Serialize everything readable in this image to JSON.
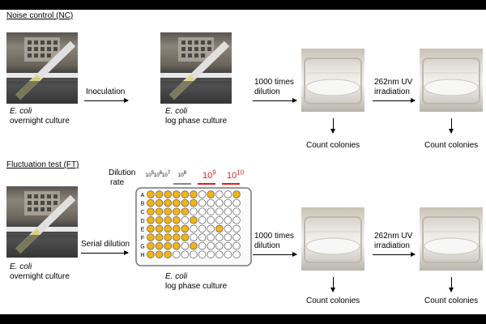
{
  "panels": {
    "nc_title": "Noise control (NC)",
    "ft_title": "Fluctuation test (FT)"
  },
  "labels": {
    "ecoli": "E. coli",
    "overnight_culture": "overnight culture",
    "log_phase_culture": "log phase culture",
    "inoculation": "Inoculation",
    "serial_dilution": "Serial dilution",
    "dilution_1000_a": "1000 times",
    "dilution_1000_b": "dilution",
    "uv_a": "262nm UV",
    "uv_b": "irradiation",
    "count_colonies": "Count colonies",
    "dilution_rate_a": "Dilution",
    "dilution_rate_b": "rate"
  },
  "plate": {
    "rows": [
      "A",
      "B",
      "C",
      "D",
      "E",
      "F",
      "G",
      "H"
    ],
    "rate_labels": [
      {
        "base": "10",
        "exp": "5",
        "color": "#000000"
      },
      {
        "base": "10",
        "exp": "6",
        "color": "#000000"
      },
      {
        "base": "10",
        "exp": "7",
        "color": "#000000"
      },
      {
        "base": "10",
        "exp": "8",
        "color": "#000000"
      },
      {
        "base": "10",
        "exp": "9",
        "color": "#e02020"
      },
      {
        "base": "10",
        "exp": "10",
        "color": "#e02020"
      }
    ],
    "filled_color": "#f2b417",
    "wells": [
      [
        1,
        1,
        1,
        1,
        1,
        1,
        0,
        1,
        0,
        0,
        1
      ],
      [
        1,
        1,
        1,
        1,
        1,
        1,
        0,
        0,
        0,
        0,
        0
      ],
      [
        1,
        1,
        1,
        1,
        1,
        0,
        0,
        0,
        0,
        0,
        0
      ],
      [
        1,
        1,
        1,
        1,
        0,
        1,
        0,
        0,
        0,
        0,
        0
      ],
      [
        1,
        1,
        1,
        1,
        1,
        0,
        0,
        0,
        1,
        0,
        0
      ],
      [
        1,
        1,
        1,
        1,
        1,
        0,
        0,
        0,
        0,
        0,
        0
      ],
      [
        1,
        1,
        1,
        1,
        0,
        1,
        0,
        0,
        0,
        0,
        0
      ],
      [
        1,
        1,
        1,
        0,
        0,
        0,
        0,
        0,
        0,
        0,
        0
      ]
    ]
  }
}
